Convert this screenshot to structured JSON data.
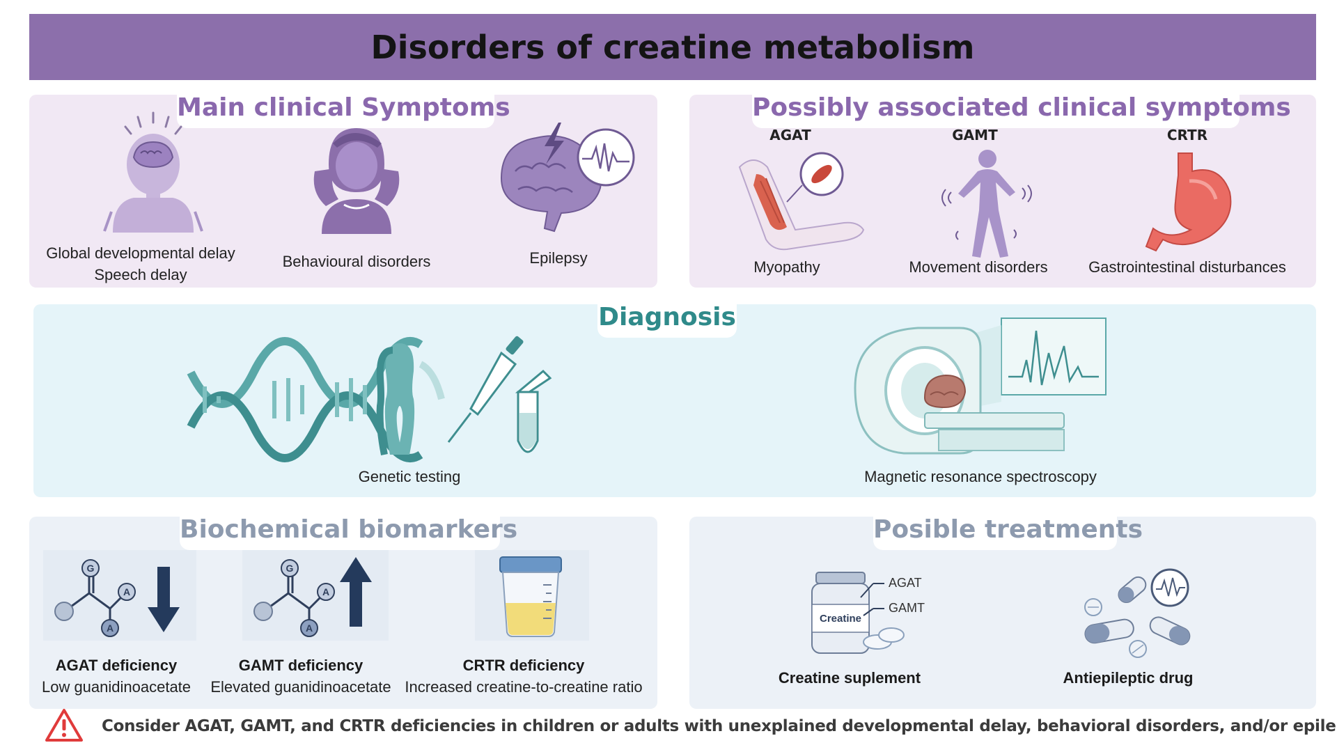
{
  "title": "Disorders of creatine metabolism",
  "main_symptoms": {
    "heading": "Main clinical Symptoms",
    "items": [
      {
        "icon": "brain-child-icon",
        "lines": [
          "Global developmental delay",
          "Speech delay"
        ]
      },
      {
        "icon": "distressed-child-icon",
        "lines": [
          "Behavioural disorders"
        ]
      },
      {
        "icon": "brain-seizure-icon",
        "lines": [
          "Epilepsy"
        ]
      }
    ]
  },
  "associated_symptoms": {
    "heading": "Possibly associated clinical symptoms",
    "items": [
      {
        "gene": "AGAT",
        "icon": "arm-muscle-icon",
        "label": "Myopathy"
      },
      {
        "gene": "GAMT",
        "icon": "shaking-person-icon",
        "label": "Movement disorders"
      },
      {
        "gene": "CRTR",
        "icon": "stomach-icon",
        "label": "Gastrointestinal disturbances"
      }
    ]
  },
  "diagnosis": {
    "heading": "Diagnosis",
    "items": [
      {
        "icon": "dna-pipette-icon",
        "label": "Genetic testing"
      },
      {
        "icon": "mri-scanner-icon",
        "label": "Magnetic resonance spectroscopy"
      }
    ]
  },
  "biomarkers": {
    "heading": "Biochemical biomarkers",
    "molecule_letters": {
      "g": "G",
      "a": "A"
    },
    "items": [
      {
        "icon": "molecule-arrow-down-icon",
        "name": "AGAT deficiency",
        "desc": "Low guanidinoacetate"
      },
      {
        "icon": "molecule-arrow-up-icon",
        "name": "GAMT deficiency",
        "desc": "Elevated guanidinoacetate"
      },
      {
        "icon": "urine-cup-icon",
        "name": "CRTR deficiency",
        "desc": "Increased creatine-to-creatine ratio"
      }
    ]
  },
  "treatments": {
    "heading": "Posible treatments",
    "items": [
      {
        "icon": "creatine-jar-icon",
        "jar_label": "Creatine",
        "targets": [
          "AGAT",
          "GAMT"
        ],
        "label": "Creatine suplement"
      },
      {
        "icon": "pills-icon",
        "label": "Antiepileptic drug"
      }
    ]
  },
  "footer": {
    "icon": "warning-icon",
    "text": "Consider AGAT, GAMT, and CRTR deficiencies in children or adults with unexplained developmental delay, behavioral disorders, and/or epilepsy"
  },
  "colors": {
    "banner": "#8c6fab",
    "symptoms_panel": "#f1e8f4",
    "diagnosis_panel": "#e5f4f9",
    "biomarker_panel": "#ecf1f7",
    "purple_heading": "#8a68ad",
    "teal_heading": "#2f8a8a",
    "gray_heading": "#8d9aae",
    "warning": "#e03b3b"
  }
}
